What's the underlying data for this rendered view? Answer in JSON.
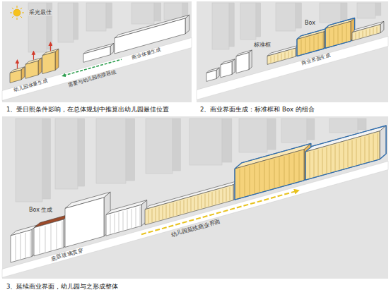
{
  "diagram": {
    "labels": [
      "采光最佳",
      "幼儿园体量生成",
      "需要与幼儿园衔接延续",
      "商业体量生成",
      "1、受日照条件影响，在总体规划中推算出幼儿园最佳位置",
      "标准框",
      "Box",
      "商业界面生成",
      "2、商业界面生成：标准框和 Box 的组合",
      "Box 生成",
      "底层玻璃贯穿",
      "幼儿园延续商业界面",
      "3、延续商业界面，幼儿园与之形成整体"
    ]
  }
}
